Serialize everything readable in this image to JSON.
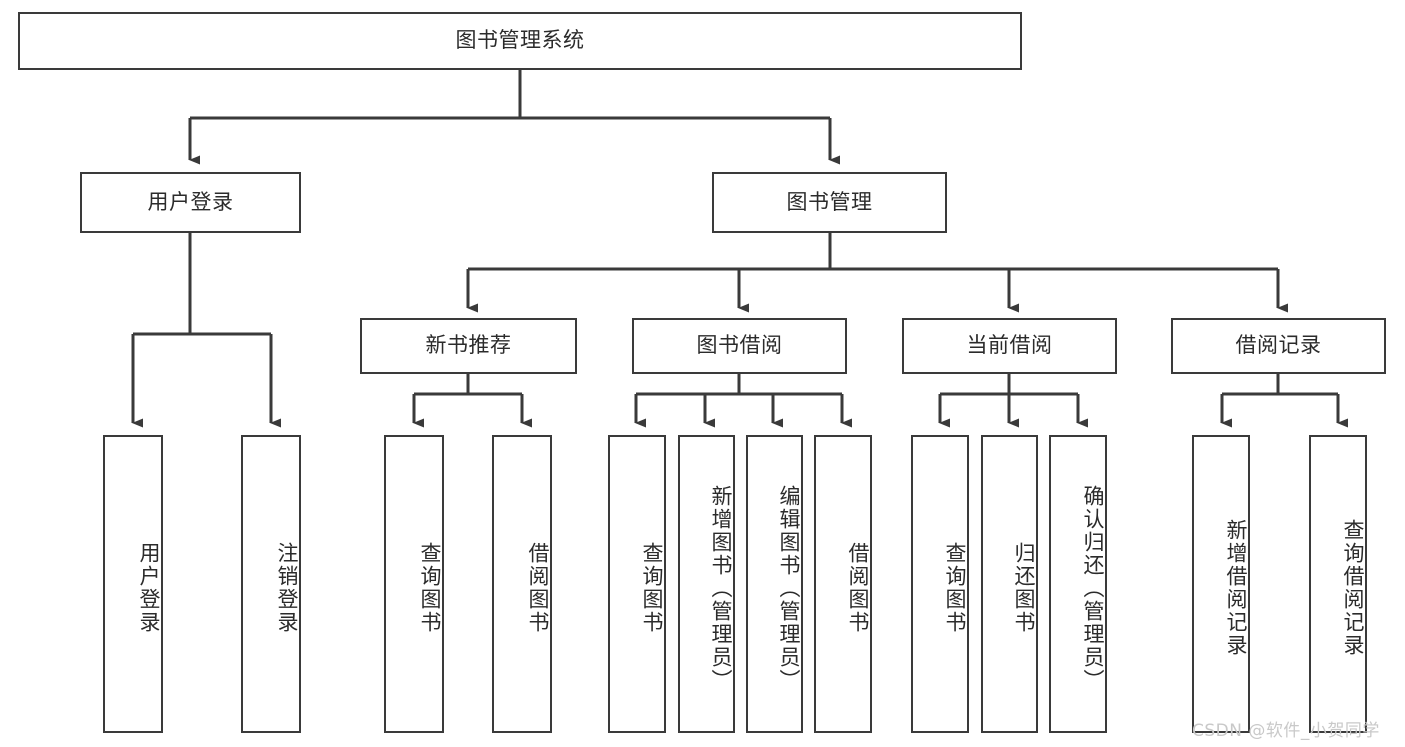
{
  "diagram": {
    "title": "图书管理系统",
    "type": "tree",
    "line_color": "#3a3a3a",
    "box_fill": "#ffffff",
    "text_color": "#2b2b2b",
    "watermark": "CSDN @软件_小贺同学"
  },
  "nodes": {
    "root": {
      "label": "图书管理系统"
    },
    "level2": [
      {
        "label": "用户登录"
      },
      {
        "label": "图书管理"
      }
    ],
    "level3": [
      {
        "label": "新书推荐"
      },
      {
        "label": "图书借阅"
      },
      {
        "label": "当前借阅"
      },
      {
        "label": "借阅记录"
      }
    ],
    "leaves": {
      "user_login": [
        {
          "label": "用户登录"
        },
        {
          "label": "注销登录"
        }
      ],
      "new_book_recommend": [
        {
          "label": "查询图书"
        },
        {
          "label": "借阅图书"
        }
      ],
      "book_borrow": [
        {
          "label": "查询图书"
        },
        {
          "label": "新增图书（管理员）"
        },
        {
          "label": "编辑图书（管理员）"
        },
        {
          "label": "借阅图书"
        }
      ],
      "current_borrow": [
        {
          "label": "查询图书"
        },
        {
          "label": "归还图书"
        },
        {
          "label": "确认归还（管理员）"
        }
      ],
      "borrow_record": [
        {
          "label": "新增借阅记录"
        },
        {
          "label": "查询借阅记录"
        }
      ]
    }
  }
}
